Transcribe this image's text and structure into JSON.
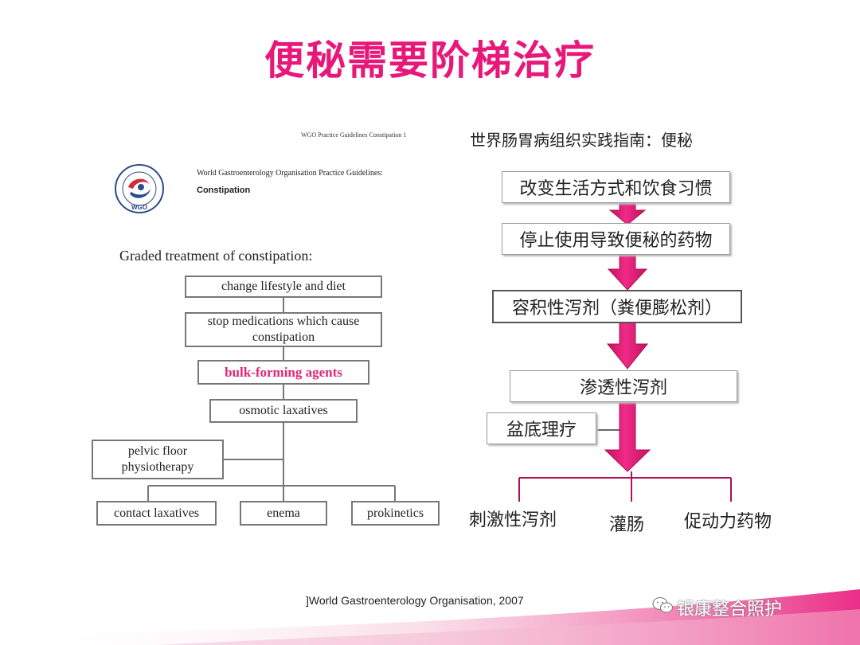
{
  "title": "便秘需要阶梯治疗",
  "left_panel": {
    "header_small": "WGO Practice Guidelines   Constipation   1",
    "logo_text": "WGO",
    "org_subtitle": "World Gastroenterology Organisation Practice Guidelines:",
    "topic": "Constipation",
    "flow_heading": "Graded treatment of constipation:",
    "steps": [
      "change lifestyle and diet",
      "stop medications which cause constipation",
      "bulk-forming agents",
      "osmotic laxatives"
    ],
    "side_option": "pelvic floor physiotherapy",
    "branches": [
      "contact laxatives",
      "enema",
      "prokinetics"
    ]
  },
  "right_panel": {
    "heading": "世界肠胃病组织实践指南：便秘",
    "steps": [
      "改变生活方式和饮食习惯",
      "停止使用导致便秘的药物",
      "容积性泻剂（粪便膨松剂）",
      "渗透性泻剂"
    ],
    "side_option": "盆底理疗",
    "branches": [
      "刺激性泻剂",
      "灌肠",
      "促动力药物"
    ]
  },
  "footer": "]World Gastroenterology Organisation, 2007",
  "watermark": "银康整合照护",
  "colors": {
    "title": "#e8177a",
    "arrow": "#e8177a",
    "highlight": "#e0267a"
  }
}
